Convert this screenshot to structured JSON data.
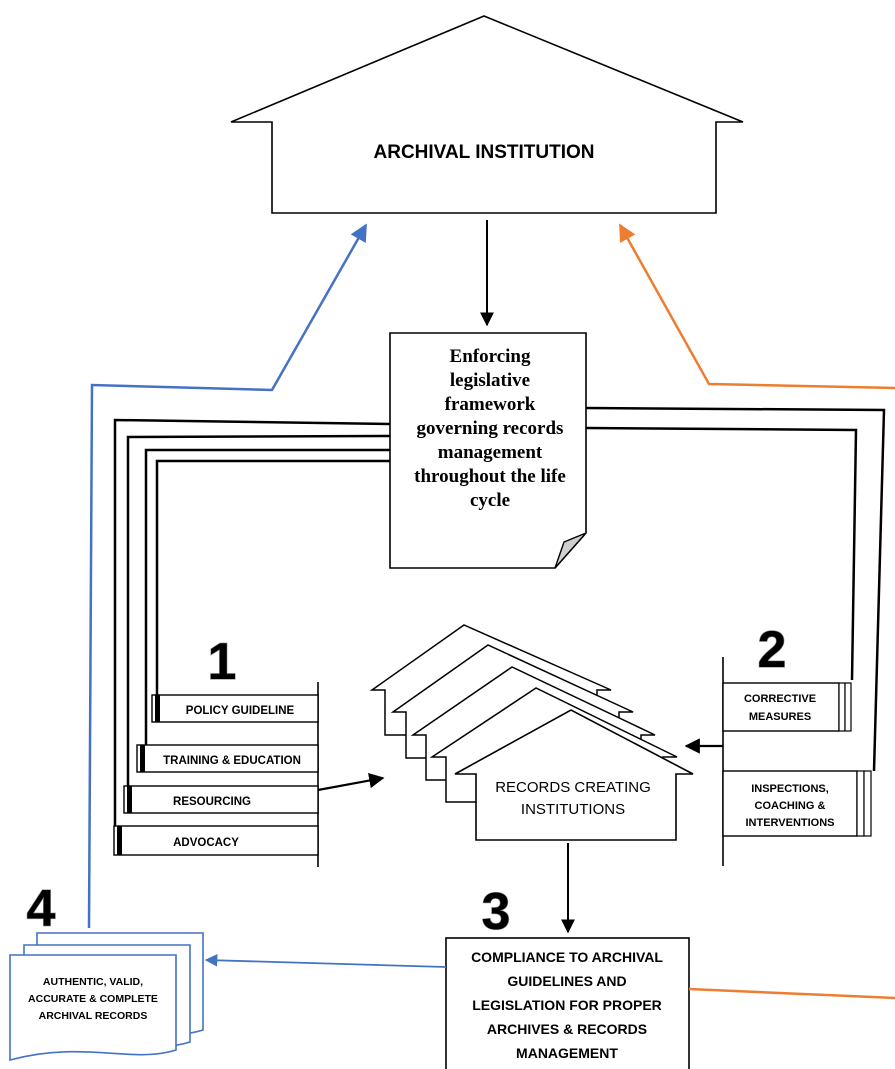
{
  "title": "ARCHIVAL INSTITUTION",
  "enforcing_doc": {
    "lines": [
      "Enforcing",
      "legislative",
      "framework",
      "governing records",
      "management",
      "throughout the life",
      "cycle"
    ]
  },
  "numbers": {
    "one": "1",
    "two": "2",
    "three": "3",
    "four": "4"
  },
  "left_tabs": [
    "POLICY GUIDELINE",
    "TRAINING & EDUCATION",
    "RESOURCING",
    "ADVOCACY"
  ],
  "right_tabs": [
    {
      "lines": [
        "CORRECTIVE",
        "MEASURES"
      ]
    },
    {
      "lines": [
        "INSPECTIONS,",
        "COACHING &",
        "INTERVENTIONS"
      ]
    }
  ],
  "records_creating": {
    "lines": [
      "RECORDS CREATING",
      "INSTITUTIONS"
    ]
  },
  "compliance": {
    "lines": [
      "COMPLIANCE TO ARCHIVAL",
      "GUIDELINES AND",
      "LEGISLATION FOR PROPER",
      "ARCHIVES & RECORDS",
      "MANAGEMENT"
    ]
  },
  "archival_records": {
    "lines": [
      "AUTHENTIC, VALID,",
      "ACCURATE & COMPLETE",
      "ARCHIVAL RECORDS"
    ]
  },
  "colors": {
    "blue": "#4472C4",
    "orange": "#ED7D31",
    "stroke": "#000000",
    "fold": "#cfcfcf"
  }
}
